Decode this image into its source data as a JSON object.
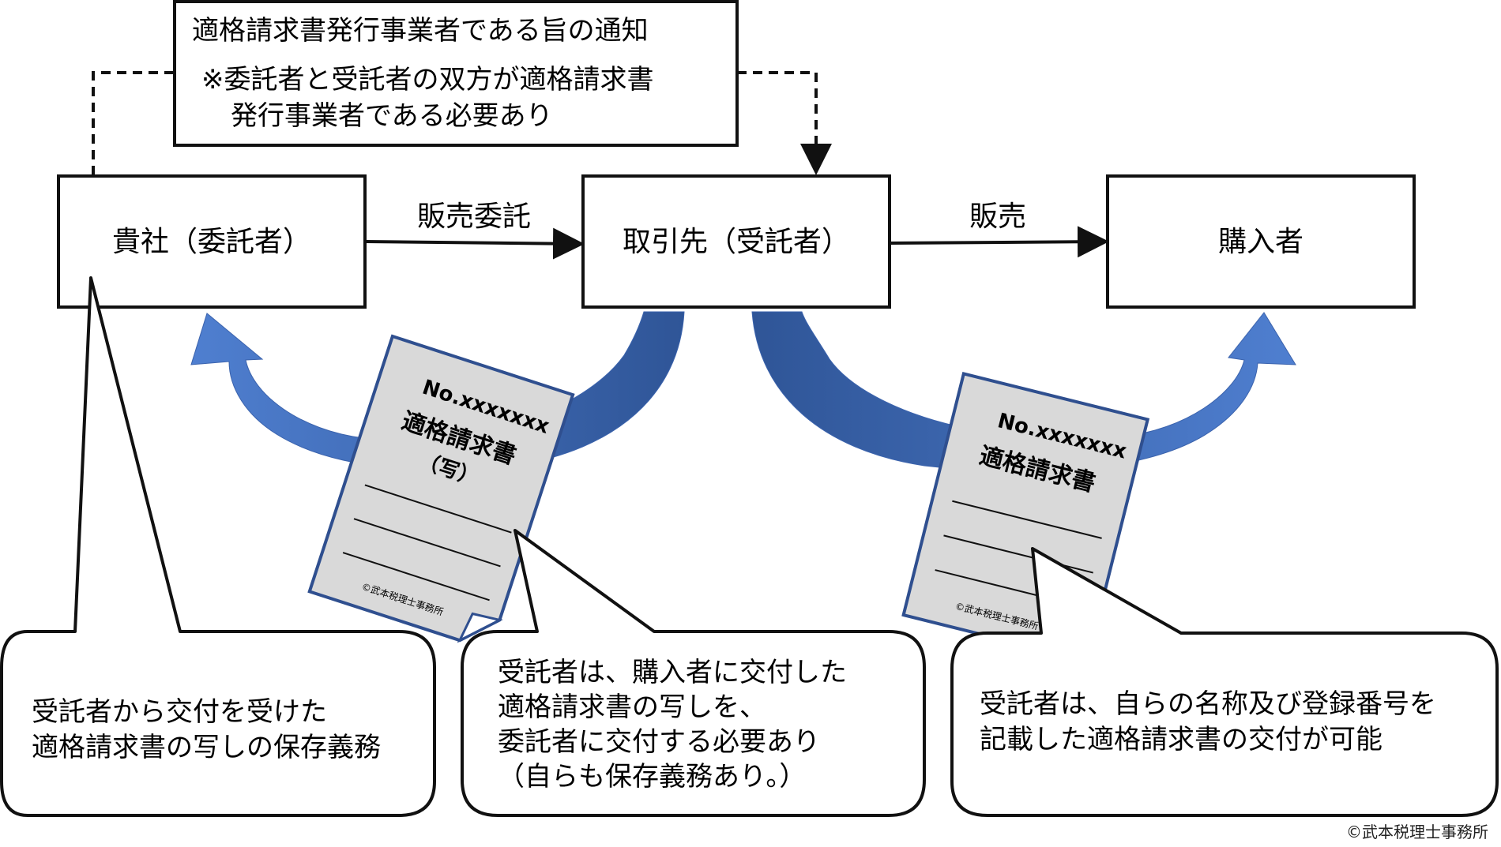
{
  "notice": {
    "title": "適格請求書発行事業者である旨の通知",
    "note_line1": "※委託者と受託者の双方が適格請求書",
    "note_line2": "発行事業者である必要あり"
  },
  "nodes": {
    "consignor": "貴社（委託者）",
    "consignee": "取引先（受託者）",
    "buyer": "購入者"
  },
  "edges": {
    "consignment_sale": "販売委託",
    "sale": "販売"
  },
  "invoice_copy": {
    "number": "No.xxxxxxx",
    "title": "適格請求書",
    "subtitle": "（写）",
    "mark": "©武本税理士事務所"
  },
  "invoice": {
    "number": "No.xxxxxxx",
    "title": "適格請求書",
    "mark": "©武本税理士事務所"
  },
  "callouts": {
    "left": [
      "受託者から交付を受けた",
      "適格請求書の写しの保存義務"
    ],
    "middle": [
      "受託者は、購入者に交付した",
      "適格請求書の写しを、",
      "委託者に交付する必要あり",
      "（自らも保存義務あり。）"
    ],
    "right": [
      "受託者は、自らの名称及び登録番号を",
      "記載した適格請求書の交付が可能"
    ]
  },
  "copyright": "©武本税理士事務所",
  "colors": {
    "arrow_light": "#4472c4",
    "arrow_dark": "#2f5597",
    "doc_fill": "#d9d9d9",
    "doc_stroke": "#2f4f8f"
  }
}
